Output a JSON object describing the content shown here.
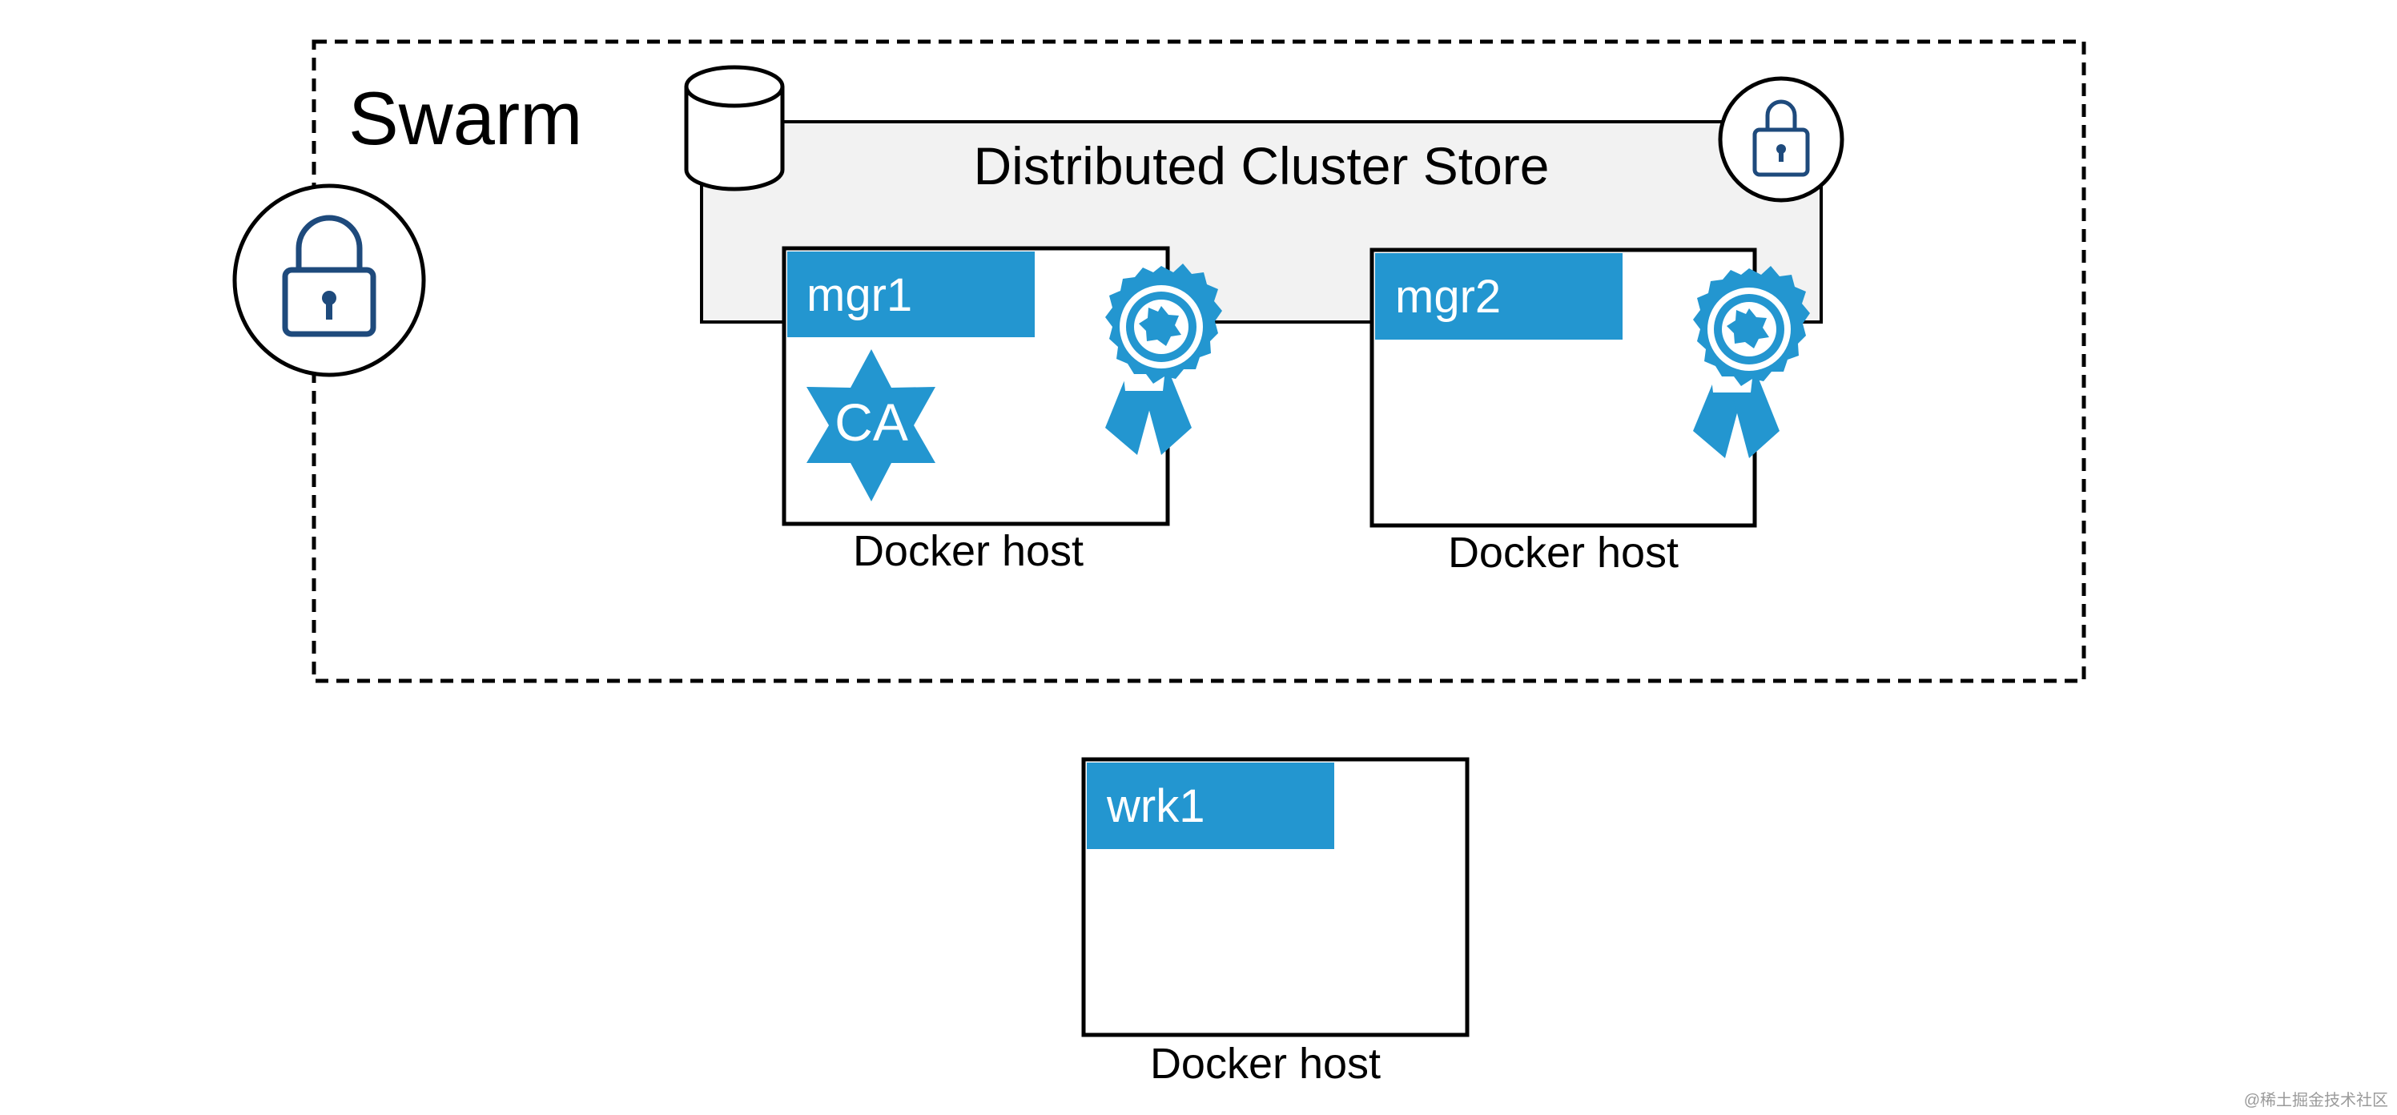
{
  "swarm": {
    "label": "Swarm"
  },
  "cluster_store": {
    "label": "Distributed Cluster Store"
  },
  "nodes": [
    {
      "name": "mgr1",
      "caption": "Docker host",
      "badge": "CA"
    },
    {
      "name": "mgr2",
      "caption": "Docker host"
    },
    {
      "name": "wrk1",
      "caption": "Docker host"
    }
  ],
  "watermark": "@稀土掘金技术社区",
  "colors": {
    "accent_blue": "#2396d0",
    "lock_navy": "#1e4a7c",
    "store_fill": "#f2f2f2",
    "outline": "#000000"
  },
  "icons": [
    "lock-icon",
    "database-icon",
    "certificate-ribbon-icon",
    "ca-star-icon"
  ]
}
